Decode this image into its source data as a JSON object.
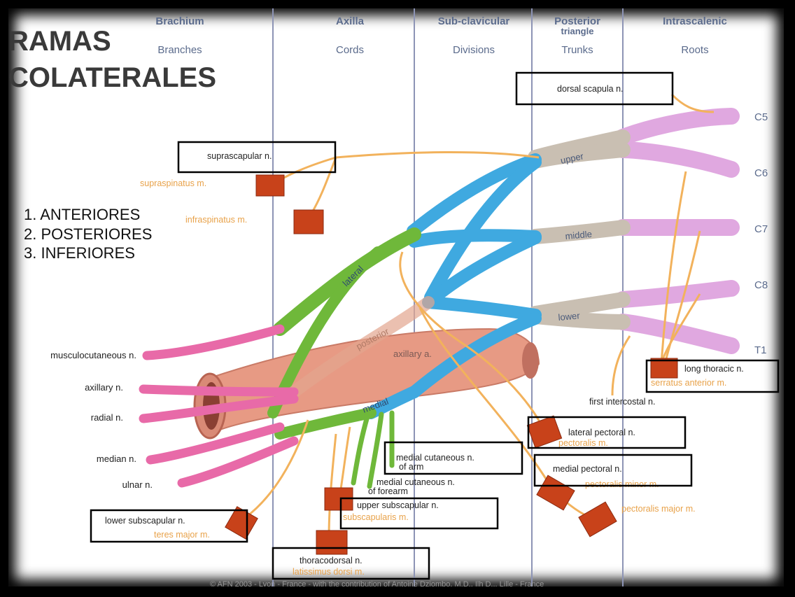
{
  "slide": {
    "title_line1": "RAMAS",
    "title_line2": "COLATERALES",
    "list": [
      "1.   ANTERIORES",
      "2. POSTERIORES",
      "3. INFERIORES"
    ]
  },
  "columns": [
    {
      "region": "Brachium",
      "part": "Branches"
    },
    {
      "region": "Axilla",
      "part": "Cords"
    },
    {
      "region": "Sub-clavicular",
      "part": "Divisions"
    },
    {
      "region": "Posterior",
      "region2": "triangle",
      "part": "Trunks"
    },
    {
      "region": "Intrascalenic",
      "part": "Roots"
    }
  ],
  "roots": [
    "C5",
    "C6",
    "C7",
    "C8",
    "T1"
  ],
  "trunks": [
    "upper",
    "middle",
    "lower"
  ],
  "cords": [
    "lateral",
    "posterior",
    "medial"
  ],
  "artery": "axillary a.",
  "terminal_branches": [
    "musculocutaneous n.",
    "axillary n.",
    "radial n.",
    "median n.",
    "ulnar n."
  ],
  "nerves": {
    "dorsal_scapula": "dorsal scapula n.",
    "suprascapular": "suprascapular n.",
    "supraspinatus": "supraspinatus m.",
    "infraspinatus": "infraspinatus m.",
    "long_thoracic": "long thoracic n.",
    "serratus": "serratus anterior m.",
    "first_intercostal": "first intercostal n.",
    "lateral_pectoral": "lateral pectoral n.",
    "pectoralis_minor_a": "pectoralis m.",
    "medial_pectoral": "medial pectoral n.",
    "pectoralis_minor_b": "pectoralis minor m.",
    "pectoralis_major": "pectoralis major m.",
    "medial_cut_arm_1": "medial cutaneous n.",
    "medial_cut_arm_2": "of arm",
    "medial_cut_forearm_1": "medial cutaneous n.",
    "medial_cut_forearm_2": "of forearm",
    "upper_subscapular": "upper subscapular n.",
    "subscapularis": "subscapularis m.",
    "lower_subscapular": "lower subscapular n.",
    "teres_major": "teres major m.",
    "thoracodorsal": "thoracodorsal n.",
    "latissimus": "latissimus dorsi m."
  },
  "credit": "© AFN 2003 - Lyon - France - with the contribution of Antoine Dziombo, M.D., Ilh D... Lille - France",
  "colors": {
    "root": "#e0a8e0",
    "trunk": "#c9bfb2",
    "division": "#3fa9e0",
    "cord": "#6fb83a",
    "branch": "#e86aa8",
    "small_nerve": "#f2b25c",
    "muscle": "#c8421a",
    "muscle_label": "#e8a24a",
    "column_label": "#5b6b8c",
    "artery": "#e79a84",
    "divider": "#8d94b5"
  }
}
